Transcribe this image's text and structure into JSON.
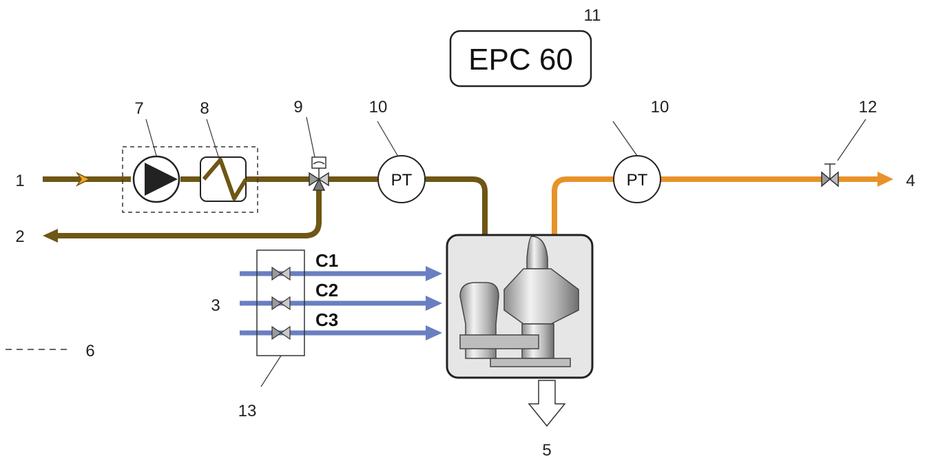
{
  "controller": {
    "text": "EPC 60",
    "number": "11"
  },
  "callouts": {
    "n1": "1",
    "n2": "2",
    "n3": "3",
    "n4": "4",
    "n5": "5",
    "n6": "6",
    "n7": "7",
    "n8": "8",
    "n9": "9",
    "n10_left": "10",
    "n10_right": "10",
    "n12": "12",
    "n13": "13"
  },
  "transmitters": {
    "left": "PT",
    "right": "PT"
  },
  "cleaning_lines": [
    "C1",
    "C2",
    "C3"
  ],
  "colors": {
    "feed_line": "#6e5614",
    "outlet_line": "#e8922a",
    "cleaning_line": "#6a7fc1",
    "separator_bg": "#e6e6e6"
  }
}
